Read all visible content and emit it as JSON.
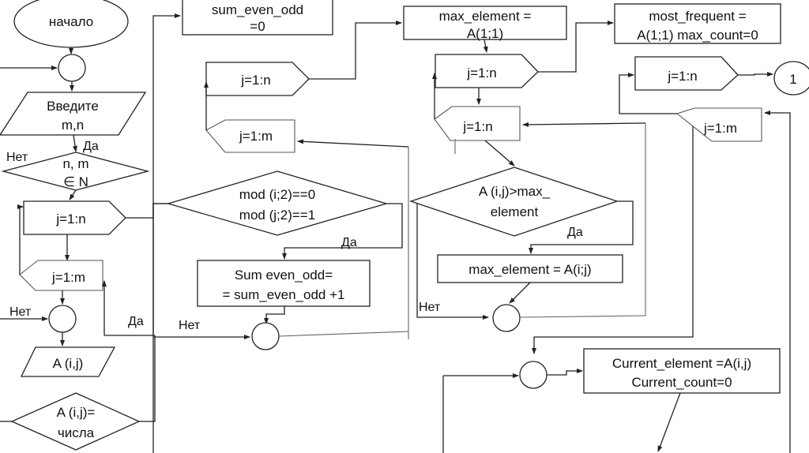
{
  "diagram": {
    "start": "начало",
    "input_mn": [
      "Введите",
      "m,n"
    ],
    "check_mn": [
      "n, m",
      "∈ N"
    ],
    "loop_outer_1": "j=1:n",
    "loop_inner_1": "j=1:m",
    "input_aij": "A (i,j)",
    "check_aij": [
      "A (i,j)=",
      "числа"
    ],
    "init_sum": [
      "sum_even_odd",
      "=0"
    ],
    "loop_outer_2": "j=1:n",
    "loop_inner_2": "j=1:m",
    "cond_mod": [
      "mod (i;2)==0",
      "mod (j;2)==1"
    ],
    "inc_sum": [
      "Sum even_odd=",
      "= sum_even_odd +1"
    ],
    "init_max": [
      "max_element =",
      "A(1;1)"
    ],
    "loop_outer_3": "j=1:n",
    "loop_inner_3": "j=1:n",
    "cond_max": [
      "A (i,j)>max_",
      "element"
    ],
    "set_max": "max_element = A(i;j)",
    "init_freq": [
      "most_frequent =",
      "A(1;1) max_count=0"
    ],
    "loop_outer_4": "j=1:n",
    "loop_inner_4": "j=1:m",
    "connector_label": "1",
    "set_current": [
      "Current_element =A(i,j)",
      "Current_count=0"
    ],
    "labels": {
      "yes": "Да",
      "no": "Нет"
    }
  }
}
